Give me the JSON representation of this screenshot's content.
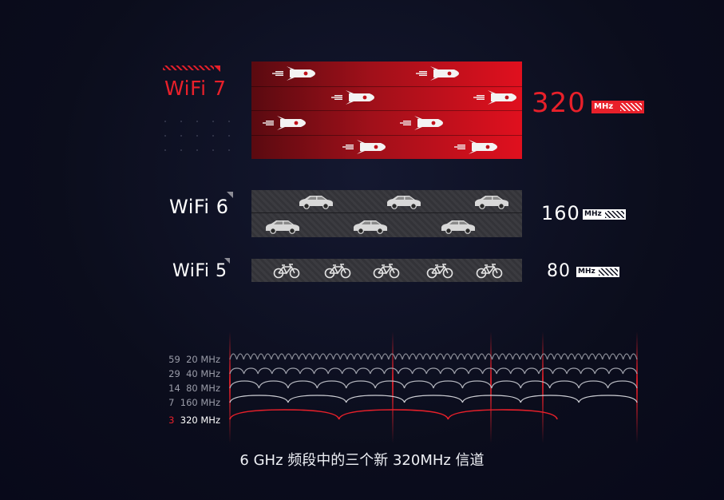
{
  "wifi7": {
    "label": "WiFi 7",
    "bandwidth": "320",
    "unit": "MHz"
  },
  "wifi6": {
    "label": "WiFi 6",
    "bandwidth": "160",
    "unit": "MHz"
  },
  "wifi5": {
    "label": "WiFi 5",
    "bandwidth": "80",
    "unit": "MHz"
  },
  "icons": {
    "wifi7": "rocket-icon",
    "wifi6": "car-icon",
    "wifi5": "bicycle-icon"
  },
  "spectrum": {
    "rows": [
      {
        "count": "59",
        "width": "20 MHz",
        "color": "#9a9ca8"
      },
      {
        "count": "29",
        "width": "40 MHz",
        "color": "#9a9ca8"
      },
      {
        "count": "14",
        "width": "80 MHz",
        "color": "#9a9ca8"
      },
      {
        "count": "7",
        "width": "160 MHz",
        "color": "#9a9ca8"
      },
      {
        "count": "3",
        "width": "320 MHz",
        "color": "#e8202a"
      }
    ]
  },
  "caption": "6 GHz 频段中的三个新 320MHz 信道",
  "colors": {
    "accent": "#e8202a",
    "background": "#0b0d1c",
    "grey_band": "#3a3a3e"
  }
}
